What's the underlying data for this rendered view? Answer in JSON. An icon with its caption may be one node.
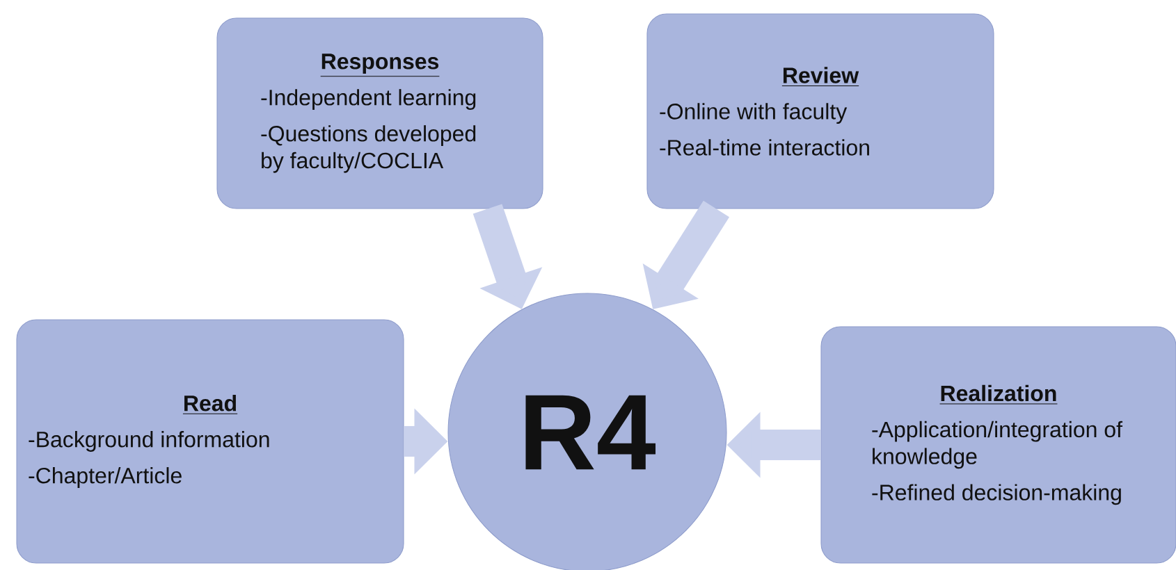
{
  "diagram": {
    "nodes": [
      {
        "text": [
          "Responses",
          "-Independent learning",
          "-Questions developed by faculty/COCLIA"
        ]
      },
      {
        "text": [
          "Review",
          "-Online with faculty",
          "-Real-time interaction"
        ]
      },
      {
        "text": [
          "Read",
          "-Background information",
          "-Chapter/Article"
        ]
      },
      {
        "text": [
          "R4"
        ]
      },
      {
        "text": [
          "Realization",
          "-Application/integration of knowledge",
          "-Refined decision-making"
        ]
      }
    ],
    "edges": [
      {
        "from": 0,
        "to": 3,
        "arrow": "to"
      },
      {
        "from": 1,
        "to": 3,
        "arrow": "to"
      },
      {
        "from": 2,
        "to": 3,
        "arrow": "to"
      },
      {
        "from": 4,
        "to": 3,
        "arrow": "to"
      }
    ]
  }
}
